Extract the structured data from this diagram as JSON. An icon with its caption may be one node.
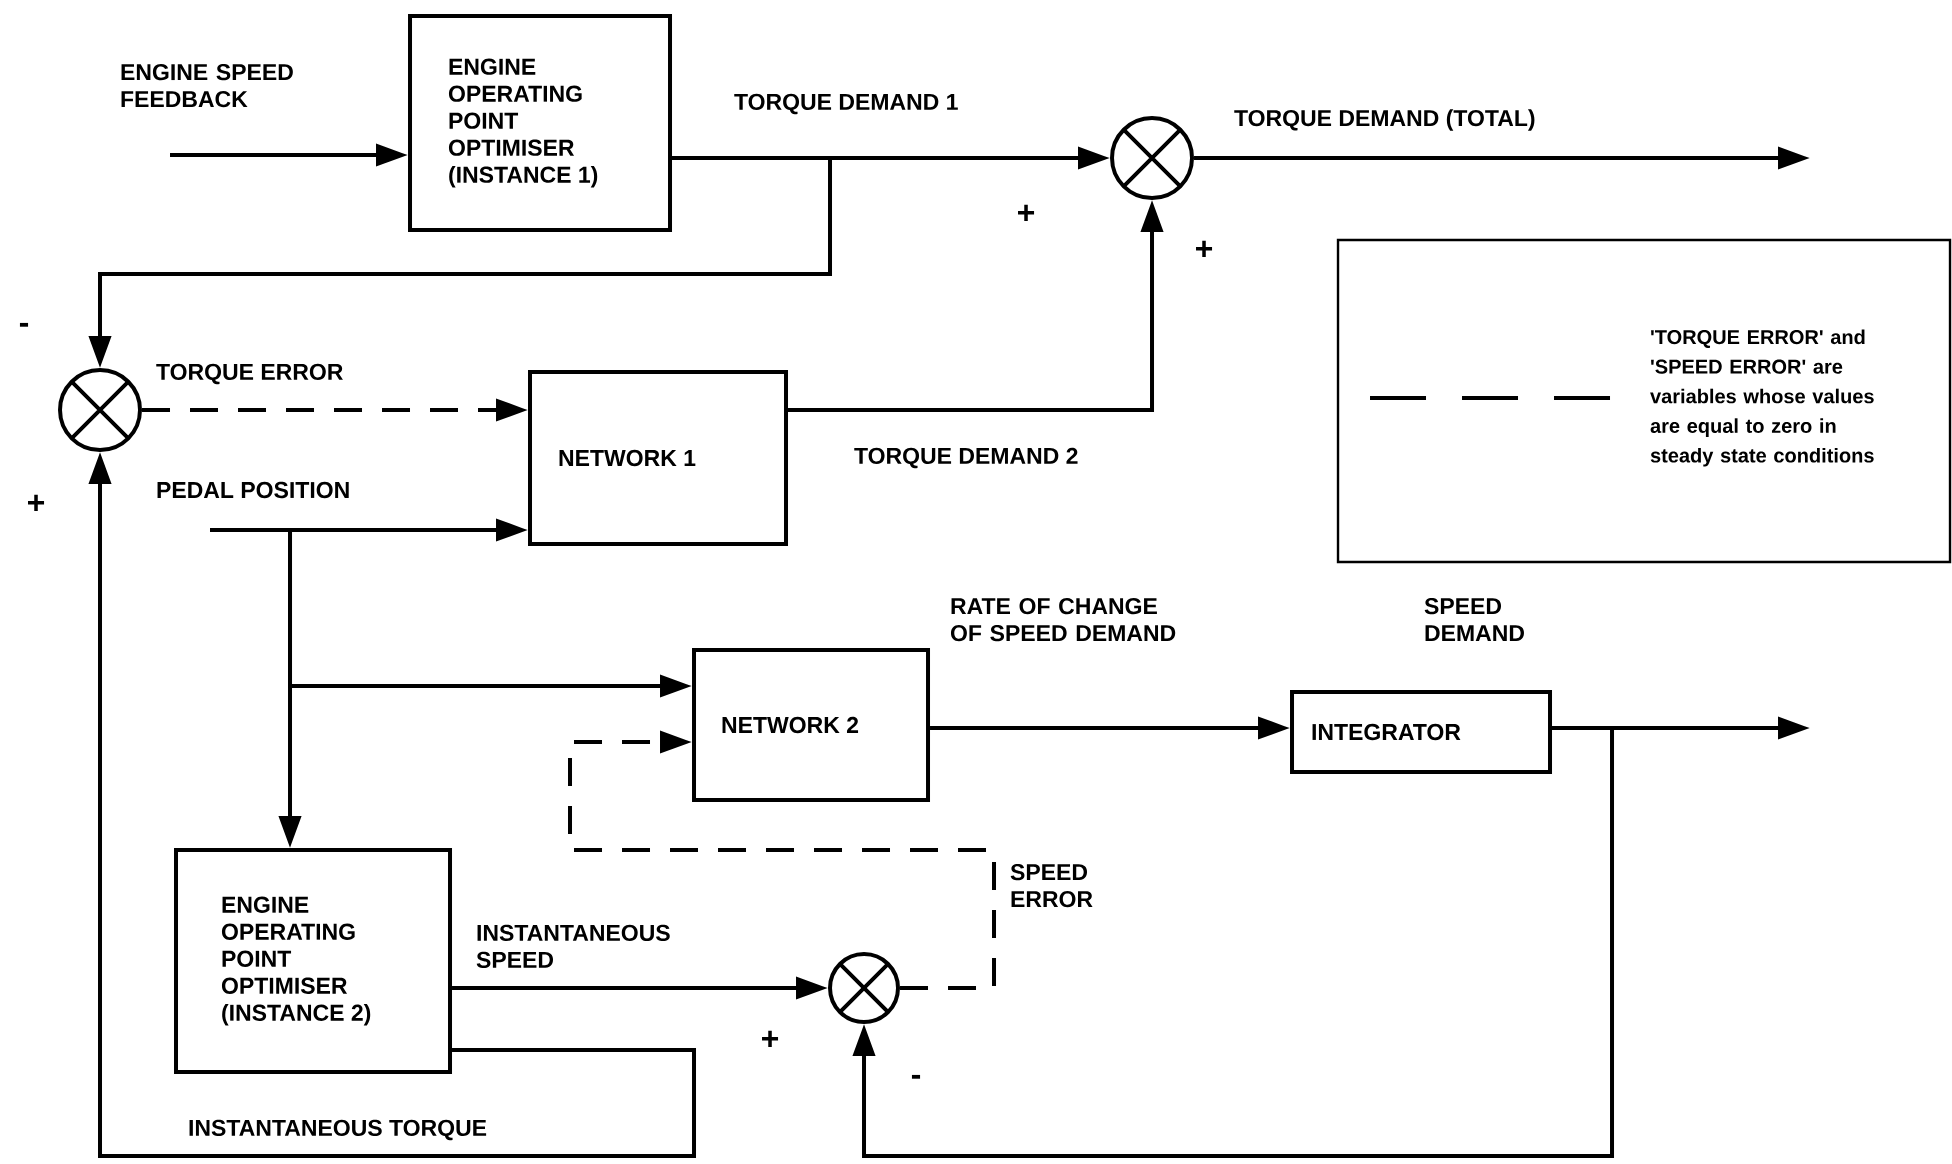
{
  "diagram": {
    "nodes": [
      {
        "text": [
          "ENGINE OPERATING POINT OPTIMISER (INSTANCE 1)"
        ]
      },
      {
        "text": [],
        "shape": "circle"
      },
      {
        "text": [],
        "shape": "circle"
      },
      {
        "text": [
          "NETWORK 1"
        ]
      },
      {
        "text": [
          "NETWORK 2"
        ]
      },
      {
        "text": [
          "INTEGRATOR"
        ]
      },
      {
        "text": [
          "ENGINE OPERATING POINT OPTIMISER (INSTANCE 2)"
        ]
      },
      {
        "text": [],
        "shape": "circle"
      }
    ],
    "edges": [
      {
        "from": null,
        "to": 0,
        "arrow": "to",
        "label": "ENGINE SPEED FEEDBACK"
      },
      {
        "from": 0,
        "to": 1,
        "arrow": "to",
        "label": "TORQUE DEMAND 1"
      },
      {
        "from": 0,
        "to": 2,
        "arrow": "to"
      },
      {
        "from": 1,
        "to": null,
        "arrow": "to",
        "label": "TORQUE DEMAND (TOTAL)"
      },
      {
        "from": 2,
        "to": 3,
        "arrow": "to",
        "label": "TORQUE ERROR",
        "style": "dashed"
      },
      {
        "from": 3,
        "to": 1,
        "arrow": "to",
        "label": "TORQUE DEMAND 2"
      },
      {
        "from": null,
        "to": 3,
        "arrow": "to",
        "label": "PEDAL POSITION"
      },
      {
        "from": null,
        "to": 4,
        "arrow": "to"
      },
      {
        "from": null,
        "to": 6,
        "arrow": "to"
      },
      {
        "from": 4,
        "to": 5,
        "arrow": "to",
        "label": "RATE OF CHANGE OF SPEED DEMAND"
      },
      {
        "from": 5,
        "to": null,
        "arrow": "to",
        "label": "SPEED DEMAND"
      },
      {
        "from": 5,
        "to": 7,
        "arrow": "to"
      },
      {
        "from": 6,
        "to": 7,
        "arrow": "to",
        "label": "INSTANTANEOUS SPEED"
      },
      {
        "from": 7,
        "to": 4,
        "arrow": "to",
        "label": "SPEED ERROR",
        "style": "dashed"
      },
      {
        "from": 6,
        "to": 2,
        "arrow": "to",
        "label": "INSTANTANEOUS TORQUE"
      }
    ],
    "labels": [
      "+",
      "+",
      "-",
      "+",
      "+",
      "-"
    ],
    "legend": [
      {
        "text": "'TORQUE ERROR' and 'SPEED ERROR' are variables whose values are equal to zero in steady state conditions"
      }
    ]
  }
}
